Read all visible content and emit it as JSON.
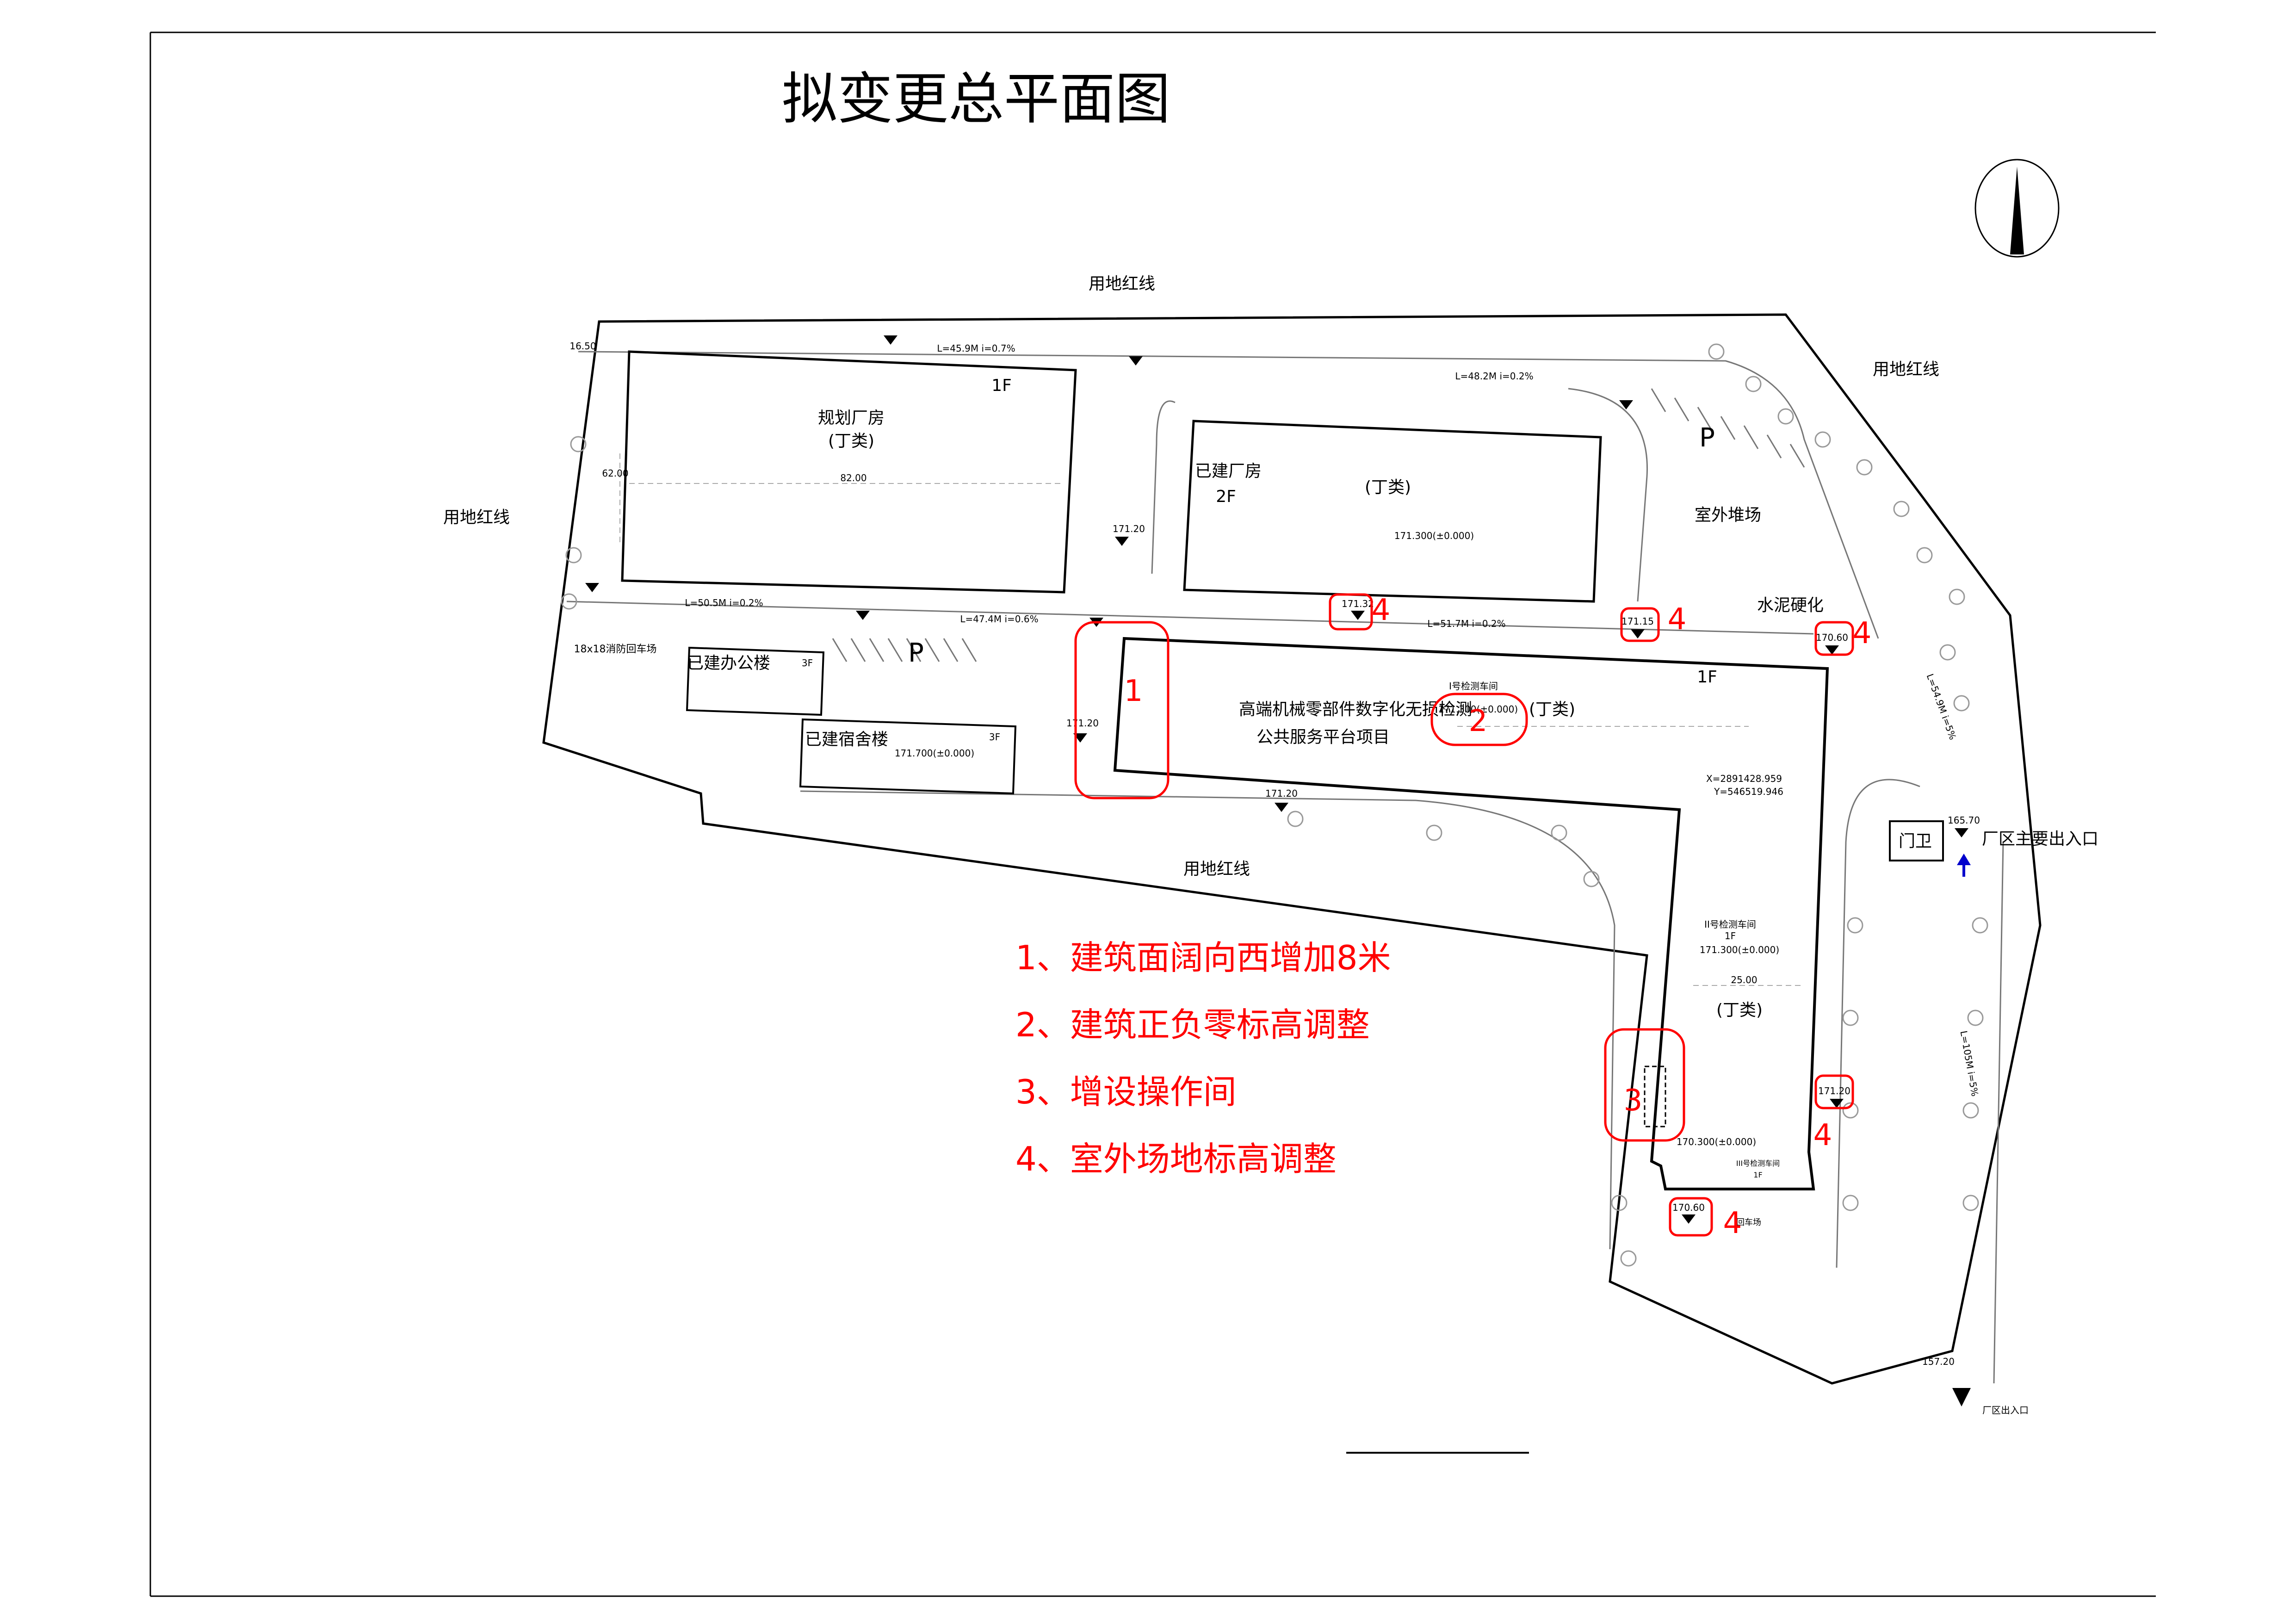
{
  "title": "拟变更总平面图",
  "labels": {
    "red_line_top": "用地红线",
    "red_line_right": "用地红线",
    "red_line_left": "用地红线",
    "red_line_bottom": "用地红线",
    "planned_factory_name": "规划厂房",
    "planned_factory_class": "(丁类)",
    "planned_factory_floors": "1F",
    "built_factory_name": "已建厂房",
    "built_factory_floors": "2F",
    "built_factory_class": "(丁类)",
    "built_factory_elev": "171.300(±0.000)",
    "outdoor_yard": "室外堆场",
    "cement_hardening": "水泥硬化",
    "parking_p1": "P",
    "parking_p2": "P",
    "office_name": "已建办公楼",
    "office_floors": "3F",
    "dorm_name": "已建宿舍楼",
    "dorm_floors": "3F",
    "dorm_elev": "171.700(±0.000)",
    "fire_turnaround": "18x18消防回车场",
    "project_name_line1": "高端机械零部件数字化无损检测",
    "project_name_line2": "公共服务平台项目",
    "project_class": "(丁类)",
    "project_floors": "1F",
    "workshop1": "I号检测车间",
    "project_elev": "171.300(±0.000)",
    "workshop2": "II号检测车间",
    "workshop2_floors": "1F",
    "workshop2_elev": "171.300(±0.000)",
    "workshop2_class": "(丁类)",
    "workshop3": "III号检测车间",
    "workshop3_floors": "1F",
    "workshop3_elev": "170.300(±0.000)",
    "coord_x": "X=2891428.959",
    "coord_y": "Y=546519.946",
    "gate": "门卫",
    "main_entrance": "厂区主要出入口",
    "entrance": "厂区出入口",
    "turnaround_small": "回车场",
    "dim_82": "82.00",
    "dim_62": "62.00",
    "dim_2500": "25.00",
    "dim_1650": "16.50"
  },
  "elevations": {
    "e1": "171.20",
    "e2": "171.20",
    "e3": "171.20",
    "e4": "171.32",
    "e5": "171.15",
    "e6": "170.60",
    "e7": "171.20",
    "e8": "170.60",
    "e9": "165.70",
    "e10": "157.20"
  },
  "slopes": {
    "s1": "L=45.9M  i=0.7%",
    "s2": "L=48.2M  i=0.2%",
    "s3": "L=50.5M  i=0.2%",
    "s4": "L=47.4M  i=0.6%",
    "s5": "L=51.7M  i=0.2%",
    "s6": "L=54.9M  i=5%",
    "s7": "L=105M  i=5%"
  },
  "change_marks": {
    "m1": "1",
    "m2": "2",
    "m3": "3",
    "m4a": "4",
    "m4b": "4",
    "m4c": "4",
    "m4d": "4",
    "m4e": "4"
  },
  "notes": [
    "1、建筑面阔向西增加8米",
    "2、建筑正负零标高调整",
    "3、增设操作间",
    "4、室外场地标高调整"
  ],
  "colors": {
    "line": "#000000",
    "highlight": "#ff0000",
    "arrow": "#0000cc"
  }
}
